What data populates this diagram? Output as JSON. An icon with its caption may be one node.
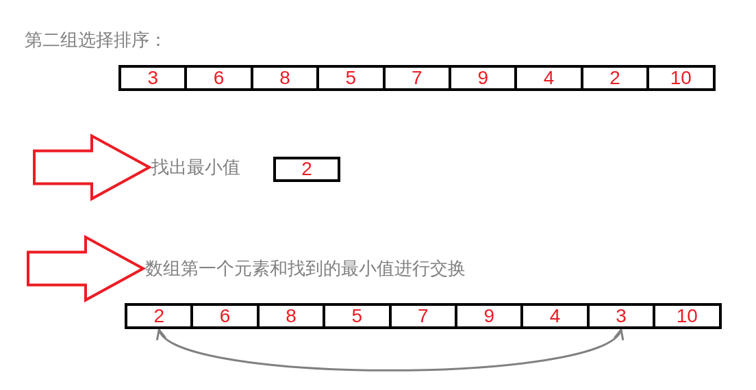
{
  "diagram": {
    "title": "第二组选择排序：",
    "nodes": [
      {
        "text": [
          "3"
        ]
      },
      {
        "text": [
          "6"
        ]
      },
      {
        "text": [
          "8"
        ]
      },
      {
        "text": [
          "5"
        ]
      },
      {
        "text": [
          "7"
        ]
      },
      {
        "text": [
          "9"
        ]
      },
      {
        "text": [
          "4"
        ]
      },
      {
        "text": [
          "2"
        ]
      },
      {
        "text": [
          "10"
        ]
      },
      {
        "text": [
          "找出最小值"
        ]
      },
      {
        "text": [
          "2"
        ]
      },
      {
        "text": [
          "数组第一个元素和找到的最小值进行交换"
        ]
      },
      {
        "text": [
          "2"
        ]
      },
      {
        "text": [
          "6"
        ]
      },
      {
        "text": [
          "8"
        ]
      },
      {
        "text": [
          "5"
        ]
      },
      {
        "text": [
          "7"
        ]
      },
      {
        "text": [
          "9"
        ]
      },
      {
        "text": [
          "4"
        ]
      },
      {
        "text": [
          "3"
        ]
      },
      {
        "text": [
          "10"
        ]
      }
    ],
    "edges": [
      {
        "from": null,
        "to": 9,
        "arrow": "to",
        "style": "thick",
        "color": "#ed1c24"
      },
      {
        "from": null,
        "to": 11,
        "arrow": "to",
        "style": "thick",
        "color": "#ed1c24"
      },
      {
        "from": 12,
        "to": 19,
        "arrow": "both",
        "color": "#808080"
      }
    ]
  }
}
